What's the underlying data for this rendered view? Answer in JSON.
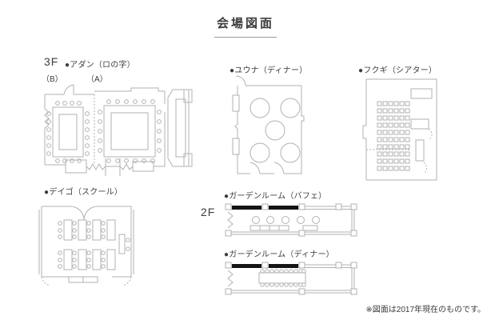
{
  "title": "会場図面",
  "floor_labels": {
    "third": "3F",
    "second": "2F"
  },
  "rooms": {
    "adan": {
      "label": "●アダン（ロの字）",
      "sub_b": "（B）",
      "sub_a": "（A）"
    },
    "yuuna": {
      "label": "●ユウナ（ディナー）"
    },
    "fukugi": {
      "label": "●フクギ（シアター）"
    },
    "deigo": {
      "label": "●デイゴ（スクール）"
    },
    "garden_buffet": {
      "label": "●ガーデンルーム（バフェ）"
    },
    "garden_dinner": {
      "label": "●ガーデンルーム（ディナー）"
    }
  },
  "footnote": "※図面は2017年現在のものです。",
  "colors": {
    "plan_line": "#b2b2b2",
    "text": "#3c3c3c",
    "window_bar": "#141414",
    "underline": "#9b9b9b"
  }
}
